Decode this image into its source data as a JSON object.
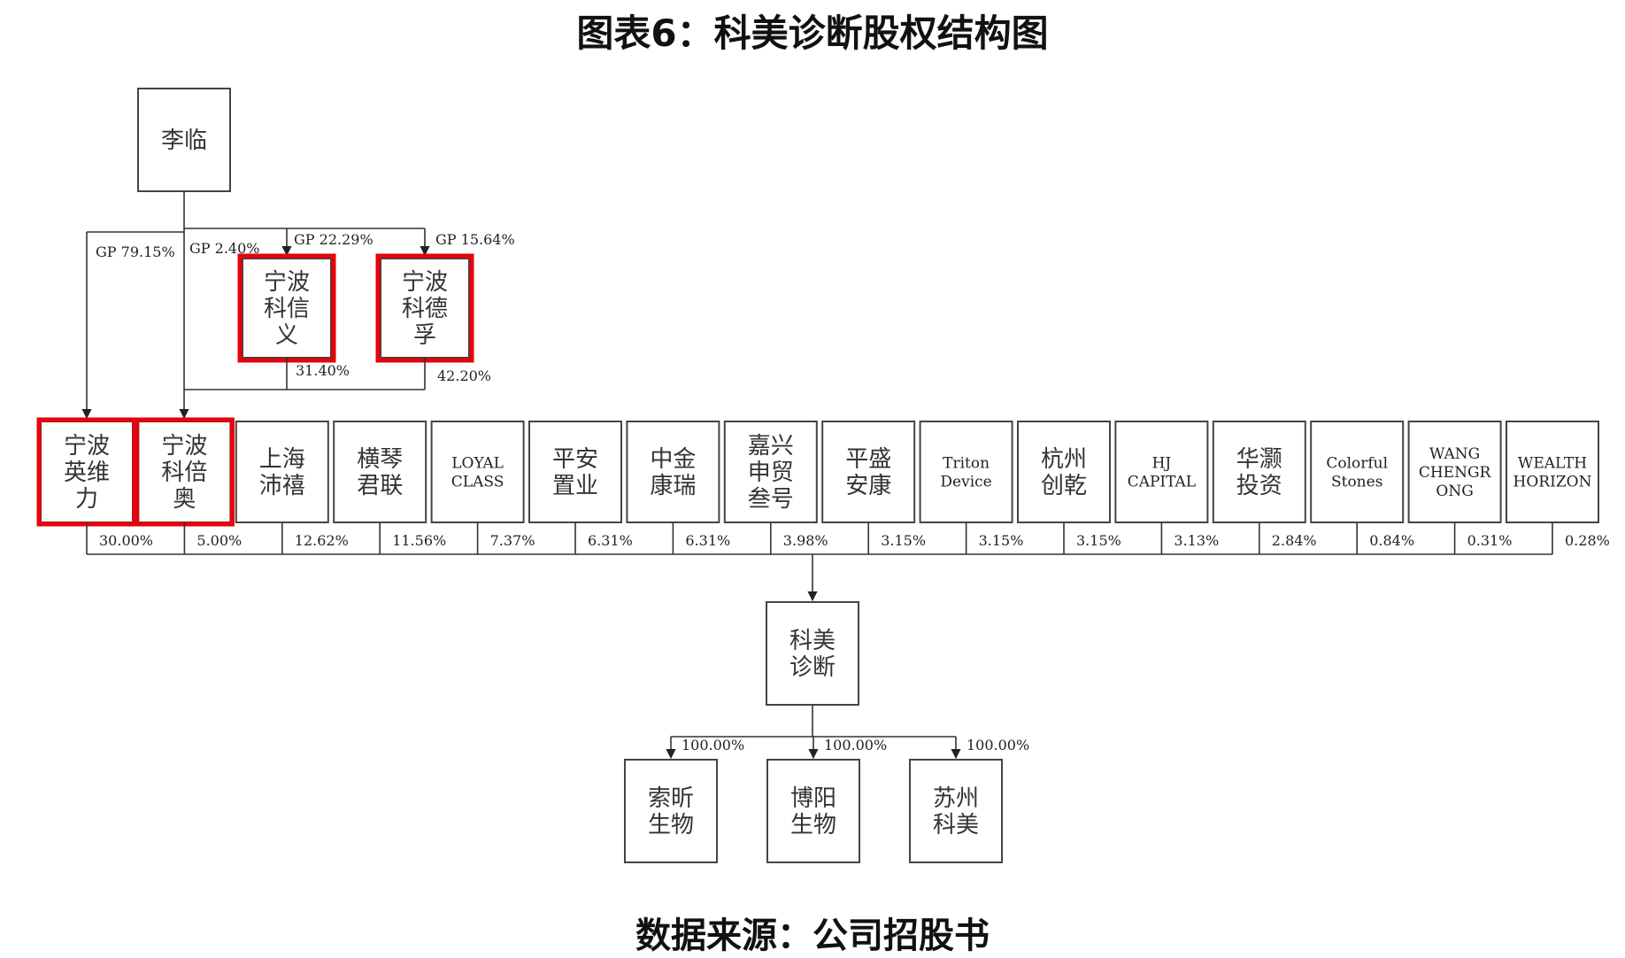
{
  "title": "图表6：科美诊断股权结构图",
  "source": "数据来源：公司招股书",
  "colors": {
    "highlight": "#e8000c",
    "box_stroke": "#444444",
    "line": "#333333"
  },
  "chart_data": {
    "type": "org-chart",
    "top_holder": {
      "name": "李临"
    },
    "gp_entities": [
      {
        "id": "kxy",
        "name": "宁波科信义",
        "lines": [
          "宁波",
          "科信",
          "义"
        ],
        "gp_label": "GP 22.29%",
        "stake_label": "31.40%",
        "highlighted": true
      },
      {
        "id": "kdf",
        "name": "宁波科德孚",
        "lines": [
          "宁波",
          "科德",
          "孚"
        ],
        "gp_label": "GP 15.64%",
        "stake_label": "42.20%",
        "highlighted": true
      }
    ],
    "direct_gp_labels": [
      {
        "target": "宁波英维力",
        "label": "GP 79.15%"
      },
      {
        "target": "宁波科倍奥",
        "label": "GP 2.40%"
      }
    ],
    "shareholders": [
      {
        "name": "宁波英维力",
        "lines": [
          "宁波",
          "英维",
          "力"
        ],
        "pct": "30.00%",
        "highlighted": true,
        "latin": false
      },
      {
        "name": "宁波科倍奥",
        "lines": [
          "宁波",
          "科倍",
          "奥"
        ],
        "pct": "5.00%",
        "highlighted": true,
        "latin": false
      },
      {
        "name": "上海沛禧",
        "lines": [
          "上海",
          "沛禧"
        ],
        "pct": "12.62%",
        "highlighted": false,
        "latin": false
      },
      {
        "name": "横琴君联",
        "lines": [
          "横琴",
          "君联"
        ],
        "pct": "11.56%",
        "highlighted": false,
        "latin": false
      },
      {
        "name": "LOYAL CLASS",
        "lines": [
          "LOYAL",
          "CLASS"
        ],
        "pct": "7.37%",
        "highlighted": false,
        "latin": true
      },
      {
        "name": "平安置业",
        "lines": [
          "平安",
          "置业"
        ],
        "pct": "6.31%",
        "highlighted": false,
        "latin": false
      },
      {
        "name": "中金康瑞",
        "lines": [
          "中金",
          "康瑞"
        ],
        "pct": "6.31%",
        "highlighted": false,
        "latin": false
      },
      {
        "name": "嘉兴申贸叁号",
        "lines": [
          "嘉兴",
          "申贸",
          "叁号"
        ],
        "pct": "3.98%",
        "highlighted": false,
        "latin": false
      },
      {
        "name": "平盛安康",
        "lines": [
          "平盛",
          "安康"
        ],
        "pct": "3.15%",
        "highlighted": false,
        "latin": false
      },
      {
        "name": "Triton Device",
        "lines": [
          "Triton",
          "Device"
        ],
        "pct": "3.15%",
        "highlighted": false,
        "latin": true
      },
      {
        "name": "杭州创乾",
        "lines": [
          "杭州",
          "创乾"
        ],
        "pct": "3.15%",
        "highlighted": false,
        "latin": false
      },
      {
        "name": "HJ CAPITAL",
        "lines": [
          "HJ",
          "CAPITAL"
        ],
        "pct": "3.13%",
        "highlighted": false,
        "latin": true
      },
      {
        "name": "华灏投资",
        "lines": [
          "华灏",
          "投资"
        ],
        "pct": "2.84%",
        "highlighted": false,
        "latin": false
      },
      {
        "name": "Colorful Stones",
        "lines": [
          "Colorful",
          "Stones"
        ],
        "pct": "0.84%",
        "highlighted": false,
        "latin": true
      },
      {
        "name": "WANG CHENGRONG",
        "lines": [
          "WANG",
          "CHENGR",
          "ONG"
        ],
        "pct": "0.31%",
        "highlighted": false,
        "latin": true
      },
      {
        "name": "WEALTH HORIZON",
        "lines": [
          "WEALTH",
          "HORIZON"
        ],
        "pct": "0.28%",
        "highlighted": false,
        "latin": true
      }
    ],
    "company": {
      "name": "科美诊断",
      "lines": [
        "科美",
        "诊断"
      ]
    },
    "subsidiaries": [
      {
        "name": "索昕生物",
        "lines": [
          "索昕",
          "生物"
        ],
        "pct": "100.00%"
      },
      {
        "name": "博阳生物",
        "lines": [
          "博阳",
          "生物"
        ],
        "pct": "100.00%"
      },
      {
        "name": "苏州科美",
        "lines": [
          "苏州",
          "科美"
        ],
        "pct": "100.00%"
      }
    ]
  }
}
